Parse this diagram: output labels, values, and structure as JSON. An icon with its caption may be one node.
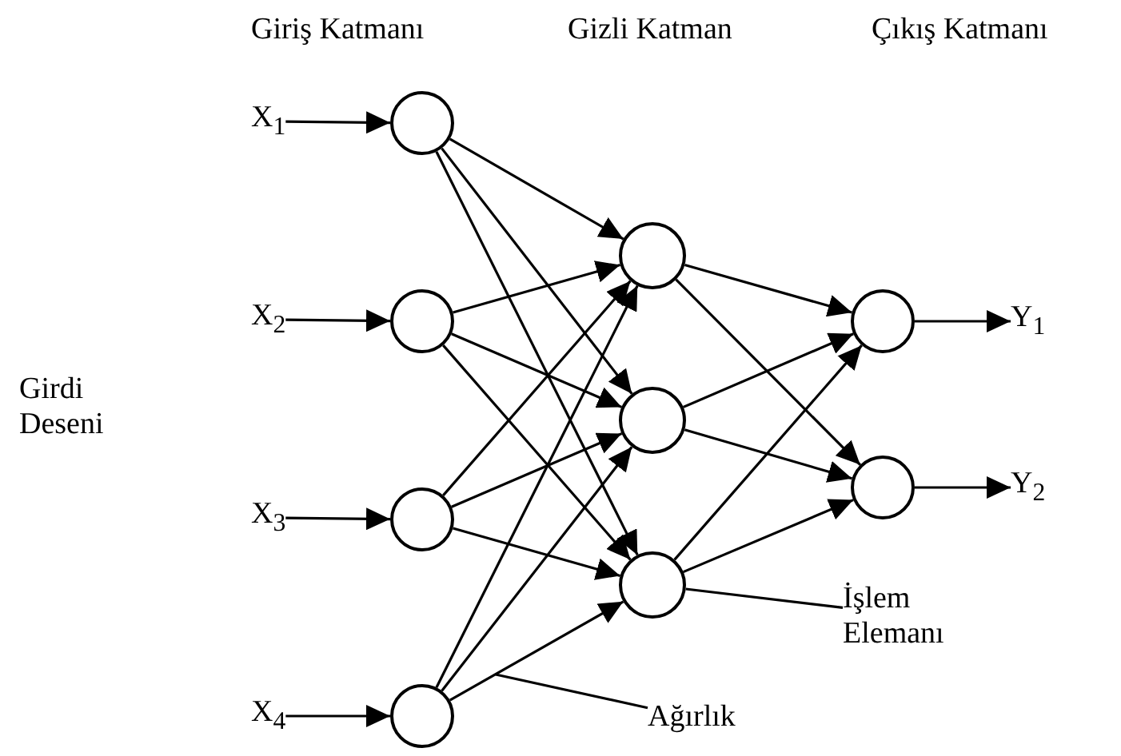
{
  "diagram": {
    "nodes": [
      {
        "text": [
          "X$_{1}$"
        ]
      },
      {
        "text": [
          "X$_{2}$"
        ]
      },
      {
        "text": [
          "X$_{3}$"
        ]
      },
      {
        "text": [
          "X$_{4}$"
        ]
      },
      {
        "text": [],
        "shape": "circle"
      },
      {
        "text": [],
        "shape": "circle"
      },
      {
        "text": [],
        "shape": "circle"
      },
      {
        "text": [],
        "shape": "circle"
      },
      {
        "text": [],
        "shape": "circle"
      },
      {
        "text": [],
        "shape": "circle"
      },
      {
        "text": [],
        "shape": "circle"
      },
      {
        "text": [],
        "shape": "circle"
      },
      {
        "text": [],
        "shape": "circle"
      },
      {
        "text": [
          "Y$_{1}$"
        ]
      },
      {
        "text": [
          "Y$_{2}$"
        ]
      },
      {
        "text": [
          "İşlem Elemanı"
        ]
      },
      {
        "text": [
          "Ağırlık"
        ]
      }
    ],
    "edges": [
      {
        "from": 0,
        "to": 4,
        "arrow": "to"
      },
      {
        "from": 1,
        "to": 5,
        "arrow": "to"
      },
      {
        "from": 2,
        "to": 6,
        "arrow": "to"
      },
      {
        "from": 3,
        "to": 7,
        "arrow": "to"
      },
      {
        "from": 4,
        "to": 8,
        "arrow": "to"
      },
      {
        "from": 4,
        "to": 9,
        "arrow": "to"
      },
      {
        "from": 4,
        "to": 10,
        "arrow": "to"
      },
      {
        "from": 5,
        "to": 8,
        "arrow": "to"
      },
      {
        "from": 5,
        "to": 9,
        "arrow": "to"
      },
      {
        "from": 5,
        "to": 10,
        "arrow": "to"
      },
      {
        "from": 6,
        "to": 8,
        "arrow": "to"
      },
      {
        "from": 6,
        "to": 9,
        "arrow": "to"
      },
      {
        "from": 6,
        "to": 10,
        "arrow": "to"
      },
      {
        "from": 7,
        "to": 8,
        "arrow": "to"
      },
      {
        "from": 7,
        "to": 9,
        "arrow": "to"
      },
      {
        "from": 7,
        "to": 10,
        "arrow": "to"
      },
      {
        "from": 8,
        "to": 11,
        "arrow": "to"
      },
      {
        "from": 8,
        "to": 12,
        "arrow": "to"
      },
      {
        "from": 9,
        "to": 11,
        "arrow": "to"
      },
      {
        "from": 9,
        "to": 12,
        "arrow": "to"
      },
      {
        "from": 10,
        "to": 11,
        "arrow": "to"
      },
      {
        "from": 10,
        "to": 12,
        "arrow": "to"
      },
      {
        "from": 11,
        "to": 13,
        "arrow": "to"
      },
      {
        "from": 12,
        "to": 14,
        "arrow": "to"
      },
      {
        "from": 15,
        "to": 10,
        "arrow": "none"
      },
      {
        "from": 16,
        "to": null,
        "arrow": "none"
      }
    ],
    "labels": [
      "Giriş Katmanı",
      "Gizli Katman",
      "Çıkış Katmanı",
      "Girdi Deseni"
    ]
  }
}
